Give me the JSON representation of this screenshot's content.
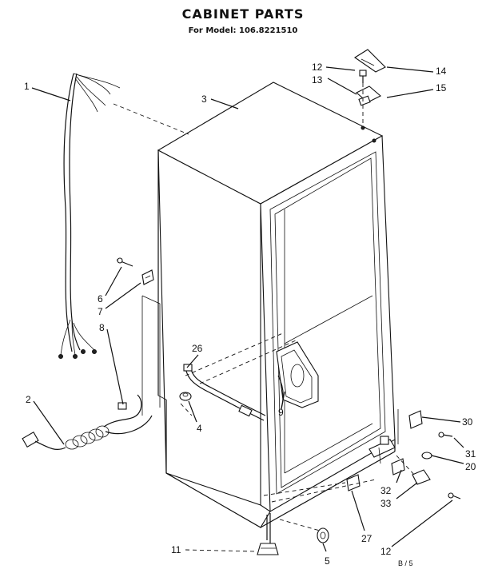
{
  "header": {
    "title": "CABINET PARTS",
    "model_line": "For Model: 106.8221510"
  },
  "page_code": "B / 5",
  "callouts": {
    "c1": "1",
    "c2": "2",
    "c3": "3",
    "c4": "4",
    "c5": "5",
    "c6": "6",
    "c7": "7",
    "c8": "8",
    "c9": "9",
    "c11": "11",
    "c12a": "12",
    "c12b": "12",
    "c13": "13",
    "c14": "14",
    "c15": "15",
    "c20": "20",
    "c26": "26",
    "c27": "27",
    "c30": "30",
    "c31": "31",
    "c32": "32",
    "c33": "33"
  }
}
